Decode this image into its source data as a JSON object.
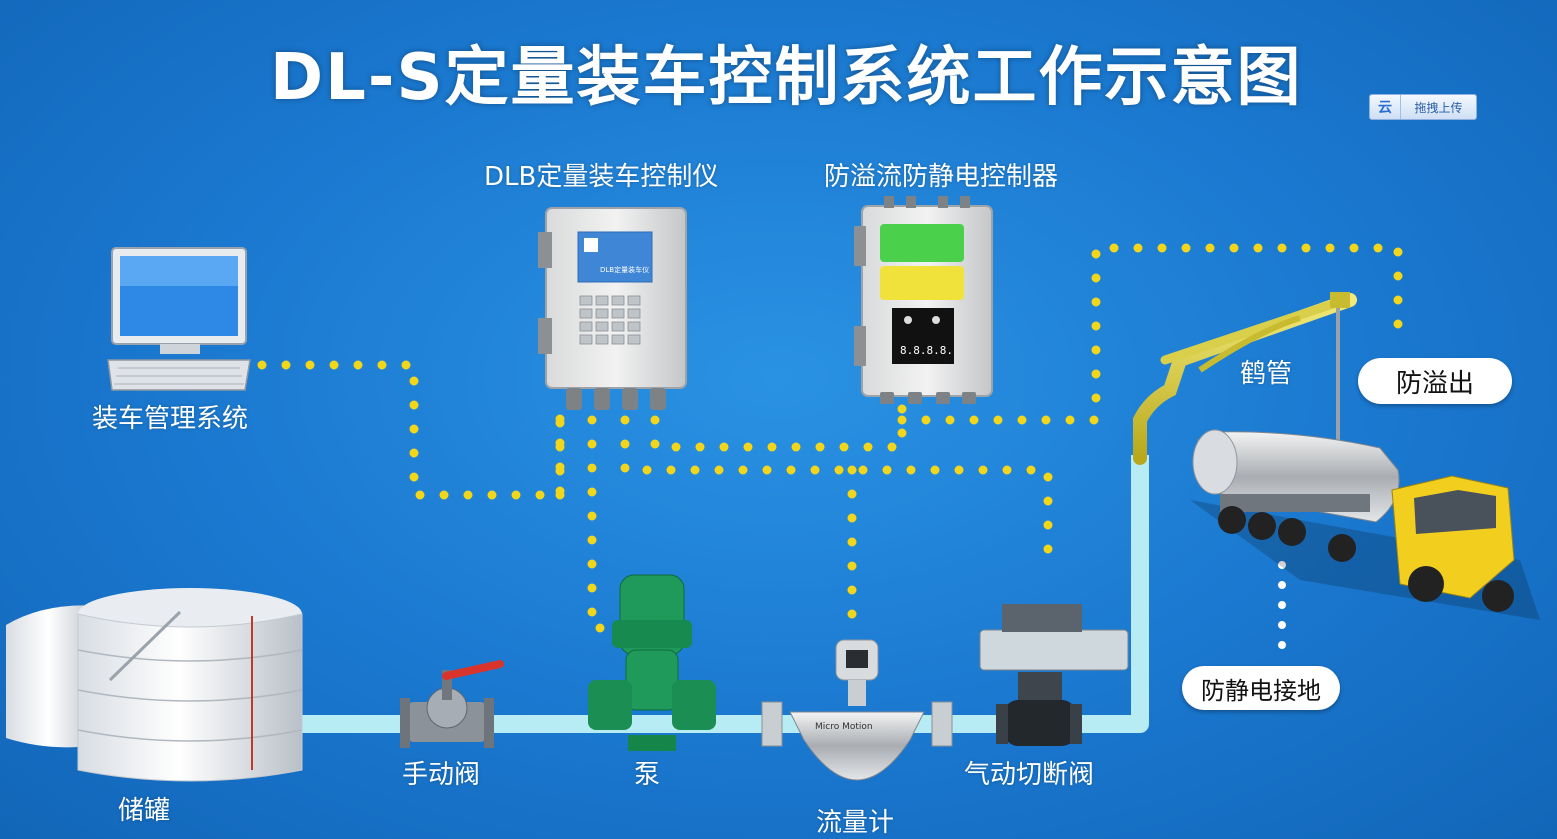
{
  "header": {
    "title": "DL-S定量装车控制系统工作示意图",
    "upload_icon": "云",
    "upload_label": "拖拽上传"
  },
  "labels": {
    "controller": "DLB定量装车控制仪",
    "overflow_controller": "防溢流防静电控制器",
    "management_system": "装车管理系统",
    "crane_pipe": "鹤管",
    "storage_tank": "储罐",
    "manual_valve": "手动阀",
    "pump": "泵",
    "flow_meter": "流量计",
    "pneumatic_valve": "气动切断阀"
  },
  "bubbles": {
    "overflow": "防溢出",
    "grounding": "防静电接地"
  },
  "device_text": {
    "controller_brand": "DLB定量装车仪",
    "flowmeter_brand": "Micro Motion",
    "overflow_display": "8.8.8.8."
  },
  "colors": {
    "background": "#1f7fd1",
    "signal_dots": "#f2d61c",
    "ground_dots": "#ffffff",
    "pipe": "#b8ecf4"
  }
}
